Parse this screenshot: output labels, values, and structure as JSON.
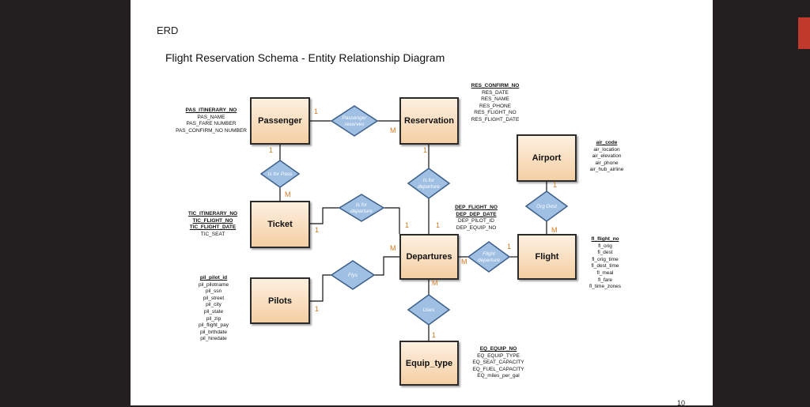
{
  "header": {
    "section": "ERD",
    "title": "Flight Reservation Schema - Entity Relationship Diagram",
    "page_number": "10"
  },
  "entities": {
    "passenger": "Passenger",
    "reservation": "Reservation",
    "airport": "Airport",
    "ticket": "Ticket",
    "departures": "Departures",
    "flight": "Flight",
    "pilots": "Pilots",
    "equip_type": "Equip_type"
  },
  "relationships": {
    "passenger_reserves": [
      "Passenger",
      "reserves"
    ],
    "is_for_pass": [
      "Is for Pass"
    ],
    "is_for_departure_res": [
      "Is for",
      "departure"
    ],
    "is_for_departure_tic": [
      "Is for",
      "departure"
    ],
    "org_dest": [
      "Org Dest"
    ],
    "flight_departure": [
      "Flight",
      "departure"
    ],
    "flys": [
      "Flys"
    ],
    "uses": [
      "Uses"
    ]
  },
  "attributes": {
    "passenger": [
      "PAS_ITINERARY_NO",
      "PAS_NAME",
      "PAS_FARE NUMBER",
      "PAS_CONFIRM_NO NUMBER"
    ],
    "reservation": [
      "RES_CONFIRM_NO",
      "RES_DATE",
      "RES_NAME",
      "RES_PHONE",
      "RES_FLIGHT_NO",
      "RES_FLIGHT_DATE"
    ],
    "airport": [
      "air_code",
      "air_location",
      "air_elevation",
      "air_phone",
      "air_hub_airline"
    ],
    "ticket": [
      "TIC_ITINERARY_NO",
      "TIC_FLIGHT_NO",
      "TIC_FLIGHT_DATE",
      "TIC_SEAT"
    ],
    "departures": [
      "DEP_FLIGHT_NO",
      "DEP_DEP_DATE",
      "DEP_PILOT_ID",
      "DEP_EQUIP_NO"
    ],
    "flight": [
      "fl_flight_no",
      "fl_orig",
      "fl_dest",
      "fl_orig_time",
      "fl_dest_time",
      "fl_meal",
      "fl_fare",
      "fl_time_zones"
    ],
    "pilots": [
      "pil_pilot_id",
      "pil_pilotname",
      "pil_ssn",
      "pil_street",
      "pil_city",
      "pil_state",
      "pil_zip",
      "pil_flight_pay",
      "pil_brthdate",
      "pil_hiredate"
    ],
    "equip_type": [
      "EQ_EQUIP_NO",
      "EQ_EQUIP_TYPE",
      "EQ_SEAT_CAPACITY",
      "EQ_FUEL_CAPACITY",
      "EQ_miles_per_gal"
    ]
  },
  "cardinalities": {
    "pas_res_1": "1",
    "pas_res_m": "M",
    "pas_tic_1": "1",
    "pas_tic_m": "M",
    "res_dep_1": "1",
    "res_dep_1b": "1",
    "tic_dep_1": "1",
    "tic_dep_1b": "1",
    "air_fl_1": "1",
    "air_fl_m": "M",
    "dep_fl_m": "M",
    "dep_fl_1": "1",
    "pil_dep_m": "M",
    "pil_dep_1": "1",
    "dep_eq_m": "M",
    "dep_eq_1": "1"
  },
  "colors": {
    "diamond_fill": "#9fbfe3",
    "diamond_stroke": "#3b5d8a",
    "entity_fill": "#f4cfa3",
    "cardinality": "#d5781e"
  }
}
